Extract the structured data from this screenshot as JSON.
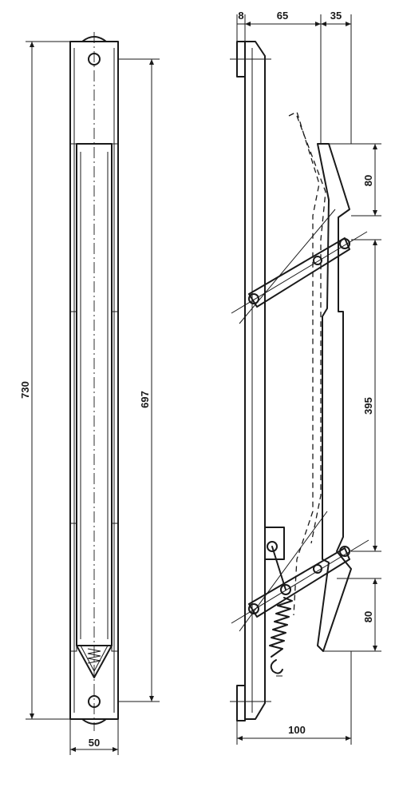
{
  "dimensions": {
    "overall_height": "730",
    "hole_spacing": "697",
    "front_width": "50",
    "flange_thickness": "8",
    "offset_65": "65",
    "offset_35": "35",
    "upper_lever_length": "80",
    "lever_spacing": "395",
    "lower_lever_length": "80",
    "base_depth": "100"
  }
}
